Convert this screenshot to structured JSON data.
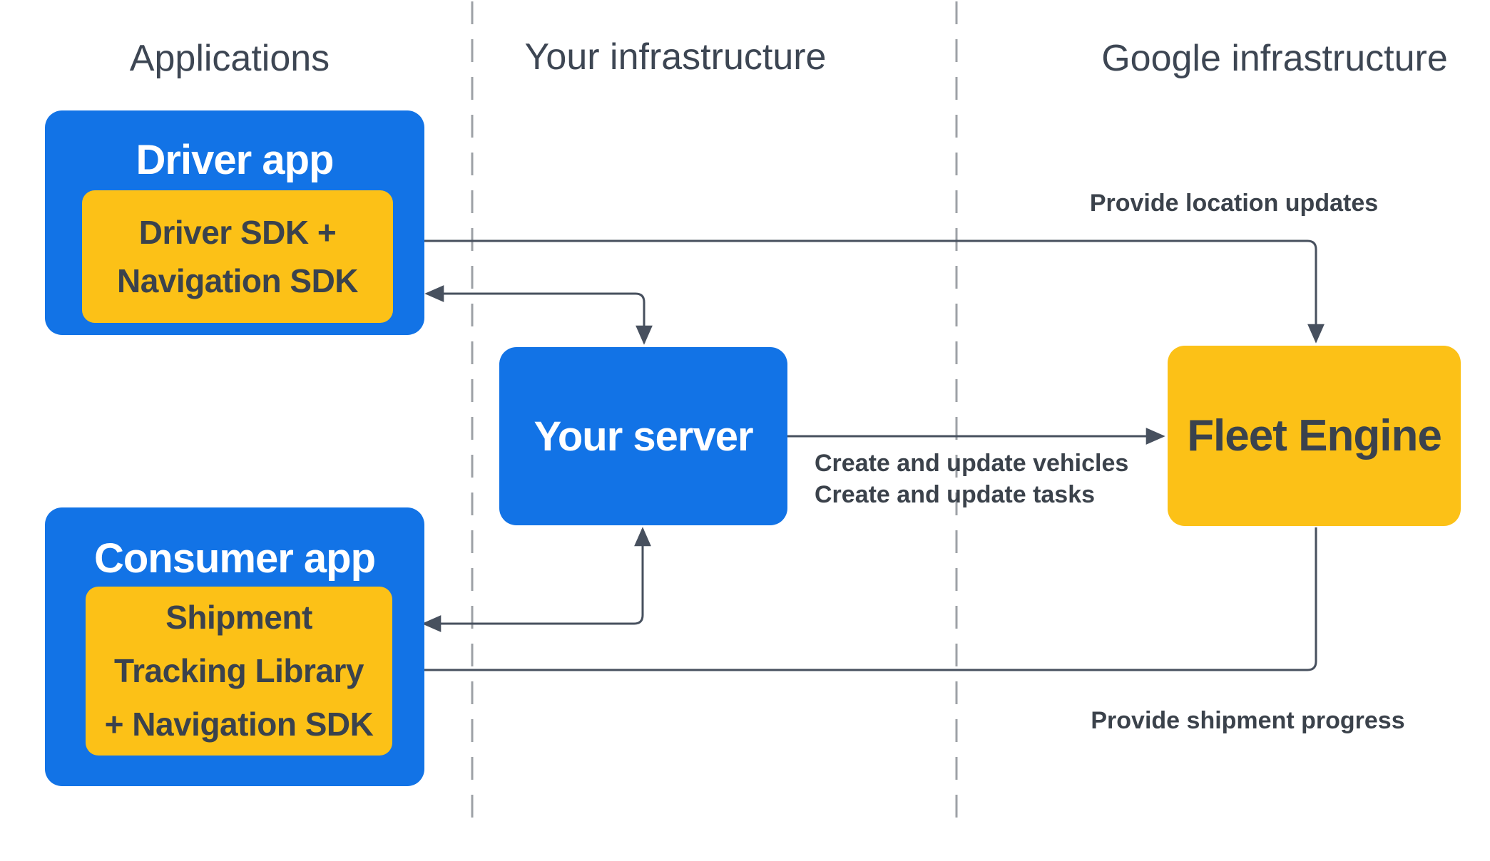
{
  "columns": {
    "applications": "Applications",
    "your_infrastructure": "Your infrastructure",
    "google_infrastructure": "Google infrastructure"
  },
  "nodes": {
    "driver_app": {
      "title": "Driver app",
      "sdk_line1": "Driver SDK +",
      "sdk_line2": "Navigation SDK"
    },
    "consumer_app": {
      "title": "Consumer app",
      "sdk_line1": "Shipment",
      "sdk_line2": "Tracking Library",
      "sdk_line3": "+ Navigation SDK"
    },
    "your_server": {
      "title": "Your server"
    },
    "fleet_engine": {
      "title": "Fleet Engine"
    }
  },
  "arrow_labels": {
    "provide_location_updates": "Provide location updates",
    "create_and_update_vehicles": "Create and update vehicles",
    "create_and_update_tasks": "Create and update tasks",
    "provide_shipment_progress": "Provide shipment progress"
  },
  "colors": {
    "node_blue": "#1273e6",
    "node_yellow": "#fcc117",
    "arrow": "#47505e",
    "header_text": "#3d4653",
    "label_text": "#3b424b",
    "dark_text": "#3a424d",
    "white_text": "#ffffff",
    "divider": "#9da1a6",
    "background": "#ffffff"
  }
}
